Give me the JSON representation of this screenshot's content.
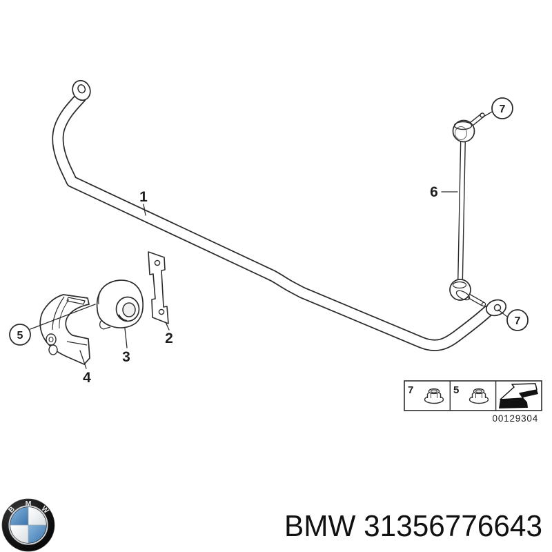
{
  "page": {
    "background": "#ffffff",
    "line_color": "#2b2b2b"
  },
  "diagram": {
    "callout_labels": {
      "stabilizer_bar": "1",
      "bracket": "2",
      "bushing": "3",
      "clamp": "4",
      "clamp_nut_circled": "5",
      "link": "6",
      "link_nut_top_circled": "7",
      "link_nut_bottom_circled": "7"
    },
    "legend": {
      "nut_cell_a_label": "7",
      "nut_cell_b_label": "5",
      "doc_number": "00129304",
      "icons": {
        "cell_a": "flange-nut",
        "cell_b": "flange-nut",
        "cell_c": "direction-arrow"
      }
    }
  },
  "footer": {
    "logo": {
      "letter_b": "B",
      "letter_m": "M",
      "letter_w": "W",
      "blue": "#4d8dc6",
      "ring": "#0d0d0d"
    },
    "part_number": "BMW 31356776643"
  }
}
